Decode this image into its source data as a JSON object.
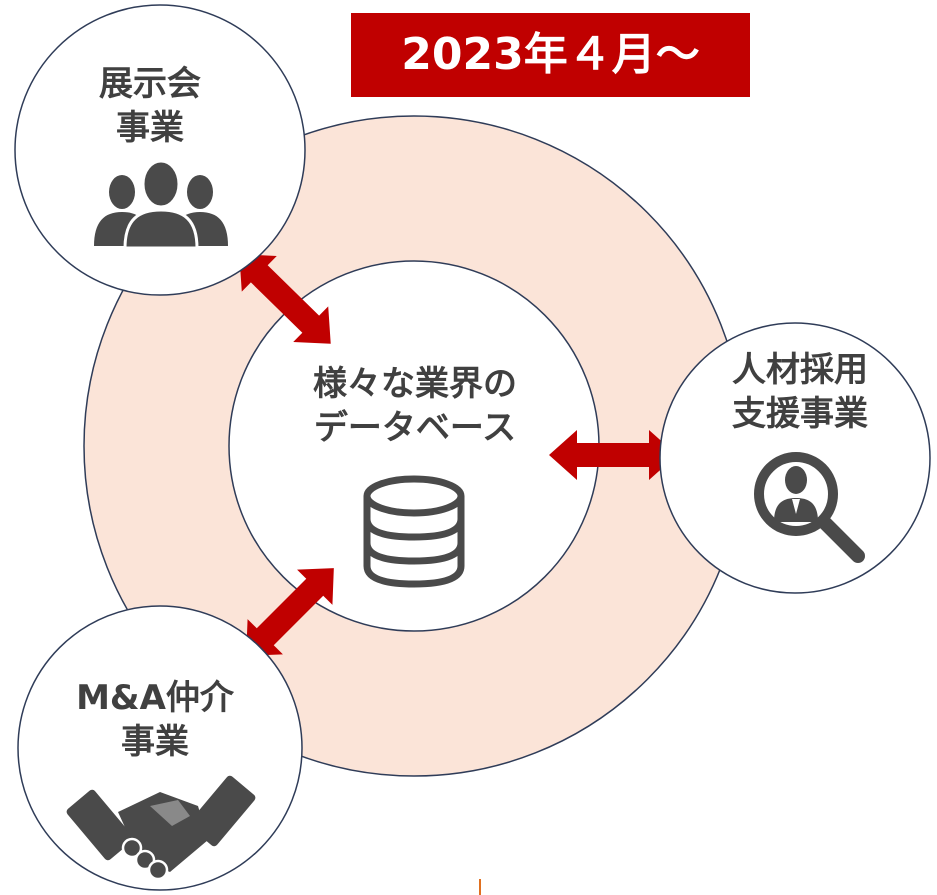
{
  "banner": {
    "text": "2023年４月～"
  },
  "center": {
    "line1": "様々な業界の",
    "line2": "データベース",
    "icon": "database-icon"
  },
  "businesses": {
    "exhibition": {
      "line1": "展示会",
      "line2": "事業",
      "icon": "people-group-icon"
    },
    "recruitment": {
      "line1": "人材採用",
      "line2": "支援事業",
      "icon": "person-search-icon"
    },
    "ma": {
      "line1": "M&A仲介",
      "line2": "事業",
      "icon": "handshake-icon"
    }
  },
  "colors": {
    "banner": "#c00000",
    "ring": "#fbe4d8",
    "arrow": "#c00000",
    "outline": "#2f3c58",
    "icon": "#4a4a4a",
    "text": "#404040"
  }
}
